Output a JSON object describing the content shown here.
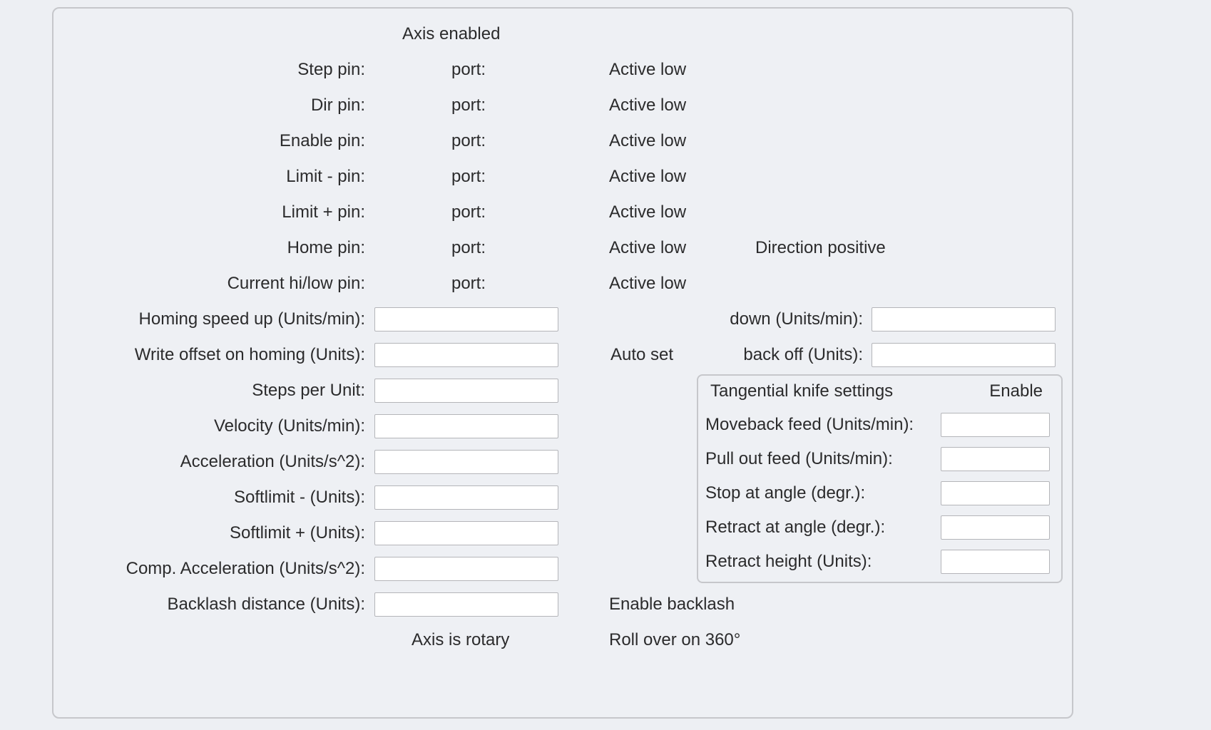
{
  "colors": {
    "page_bg": "#edeff3",
    "panel_bg": "#eef0f4",
    "panel_border": "#c6c7cb",
    "text": "#2b2b2c",
    "input_border": "#b4b5b9",
    "input_bg": "#ffffff"
  },
  "axis": {
    "enabled_label": "Axis enabled",
    "pins": [
      {
        "label": "Step pin:",
        "port_label": "port:",
        "active_label": "Active low"
      },
      {
        "label": "Dir pin:",
        "port_label": "port:",
        "active_label": "Active low"
      },
      {
        "label": "Enable pin:",
        "port_label": "port:",
        "active_label": "Active low"
      },
      {
        "label": "Limit - pin:",
        "port_label": "port:",
        "active_label": "Active low"
      },
      {
        "label": "Limit + pin:",
        "port_label": "port:",
        "active_label": "Active low"
      },
      {
        "label": "Home pin:",
        "port_label": "port:",
        "active_label": "Active low",
        "direction_label": "Direction positive"
      },
      {
        "label": "Current hi/low pin:",
        "port_label": "port:",
        "active_label": "Active low"
      }
    ],
    "homing": {
      "speed_up_label": "Homing speed up (Units/min):",
      "speed_up_value": "",
      "down_label": "down (Units/min):",
      "down_value": "",
      "write_offset_label": "Write offset on homing (Units):",
      "write_offset_value": "",
      "auto_set_label": "Auto set",
      "back_off_label": "back off (Units):",
      "back_off_value": ""
    },
    "motion_fields": [
      {
        "label": "Steps per Unit:",
        "value": ""
      },
      {
        "label": "Velocity (Units/min):",
        "value": ""
      },
      {
        "label": "Acceleration (Units/s^2):",
        "value": ""
      },
      {
        "label": "Softlimit - (Units):",
        "value": ""
      },
      {
        "label": "Softlimit + (Units):",
        "value": ""
      },
      {
        "label": "Comp. Acceleration (Units/s^2):",
        "value": ""
      },
      {
        "label": "Backlash distance (Units):",
        "value": ""
      }
    ],
    "enable_backlash_label": "Enable backlash",
    "axis_rotary_label": "Axis is rotary",
    "roll_over_label": "Roll over on 360°"
  },
  "tangential": {
    "title": "Tangential knife settings",
    "enable_label": "Enable",
    "fields": [
      {
        "label": "Moveback feed (Units/min):",
        "value": ""
      },
      {
        "label": "Pull out feed (Units/min):",
        "value": ""
      },
      {
        "label": "Stop at angle (degr.):",
        "value": ""
      },
      {
        "label": "Retract at angle (degr.):",
        "value": ""
      },
      {
        "label": "Retract height (Units):",
        "value": ""
      }
    ]
  }
}
